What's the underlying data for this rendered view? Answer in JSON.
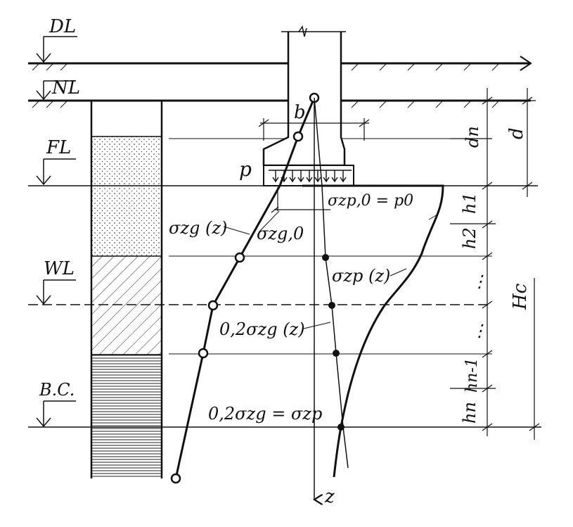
{
  "levels": {
    "dl": "DL",
    "nl": "NL",
    "fl": "FL",
    "wl": "WL",
    "bc": "B.C."
  },
  "dimensions": {
    "b": "b",
    "dn": "dn",
    "d": "d",
    "h1": "h1",
    "h2": "h2",
    "dots": "⋮",
    "hn1": "hn-1",
    "hn": "hn",
    "hc": "Hc"
  },
  "stress_labels": {
    "p": "p",
    "szp0": "σzp,0 = p0",
    "szg_z": "σzg (z)",
    "szg0": "σzg,0",
    "szp_z": "σzp (z)",
    "two_szg_z": "0,2σzg (z)",
    "two_szg_eq": "0,2σzg = σzp",
    "z": "z"
  }
}
